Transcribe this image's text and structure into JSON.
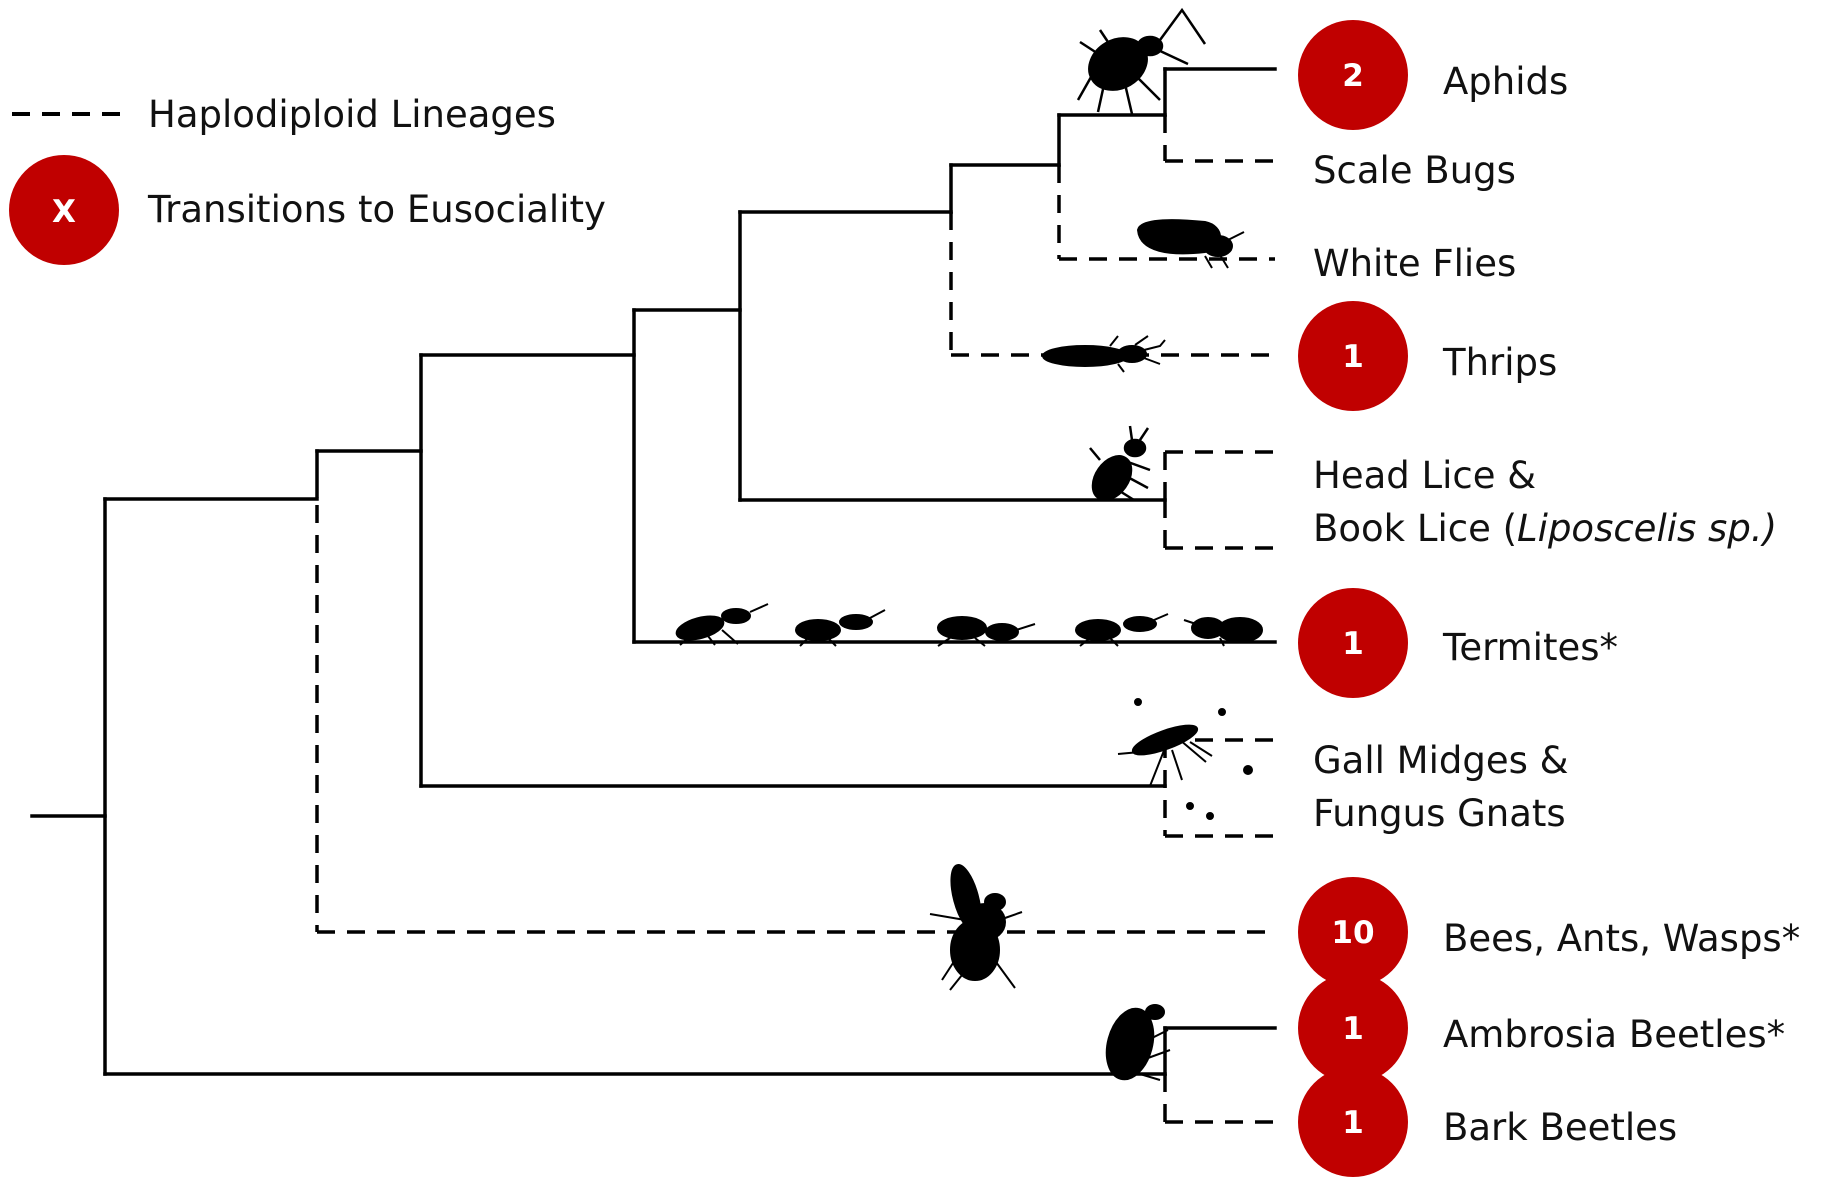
{
  "colors": {
    "line": "#000000",
    "badge": "#c00000",
    "badge_text": "#ffffff",
    "label": "#111111"
  },
  "legend": {
    "dashed_label": "Haplodiploid Lineages",
    "badge_symbol": "X",
    "badge_label": "Transitions to Eusociality"
  },
  "taxa": [
    {
      "id": "aphids",
      "name": "Aphids",
      "transitions": "2",
      "haplodiploid": false,
      "icon": "aphid-icon"
    },
    {
      "id": "scale-bugs",
      "name": "Scale Bugs",
      "transitions": null,
      "haplodiploid": true,
      "icon": null
    },
    {
      "id": "white-flies",
      "name": "White Flies",
      "transitions": null,
      "haplodiploid": true,
      "icon": "whitefly-icon"
    },
    {
      "id": "thrips",
      "name": "Thrips",
      "transitions": "1",
      "haplodiploid": true,
      "icon": "thrips-icon"
    },
    {
      "id": "lice",
      "name_line1": "Head Lice &",
      "name_line2_prefix": "Book Lice (",
      "name_line2_italic": "Liposcelis sp.)",
      "transitions": null,
      "haplodiploid": true,
      "icon": "louse-icon"
    },
    {
      "id": "termites",
      "name": "Termites*",
      "transitions": "1",
      "haplodiploid": false,
      "icon": "termite-icon"
    },
    {
      "id": "gall-midges",
      "name_line1": "Gall Midges &",
      "name_line2": "Fungus Gnats",
      "transitions": null,
      "haplodiploid": true,
      "icon": "midge-icon"
    },
    {
      "id": "hymenoptera",
      "name": "Bees, Ants, Wasps*",
      "transitions": "10",
      "haplodiploid": true,
      "icon": "bee-icon"
    },
    {
      "id": "ambrosia-beetles",
      "name": "Ambrosia Beetles*",
      "transitions": "1",
      "haplodiploid": false,
      "icon": "beetle-icon"
    },
    {
      "id": "bark-beetles",
      "name": "Bark Beetles",
      "transitions": "1",
      "haplodiploid": true,
      "icon": null
    }
  ]
}
